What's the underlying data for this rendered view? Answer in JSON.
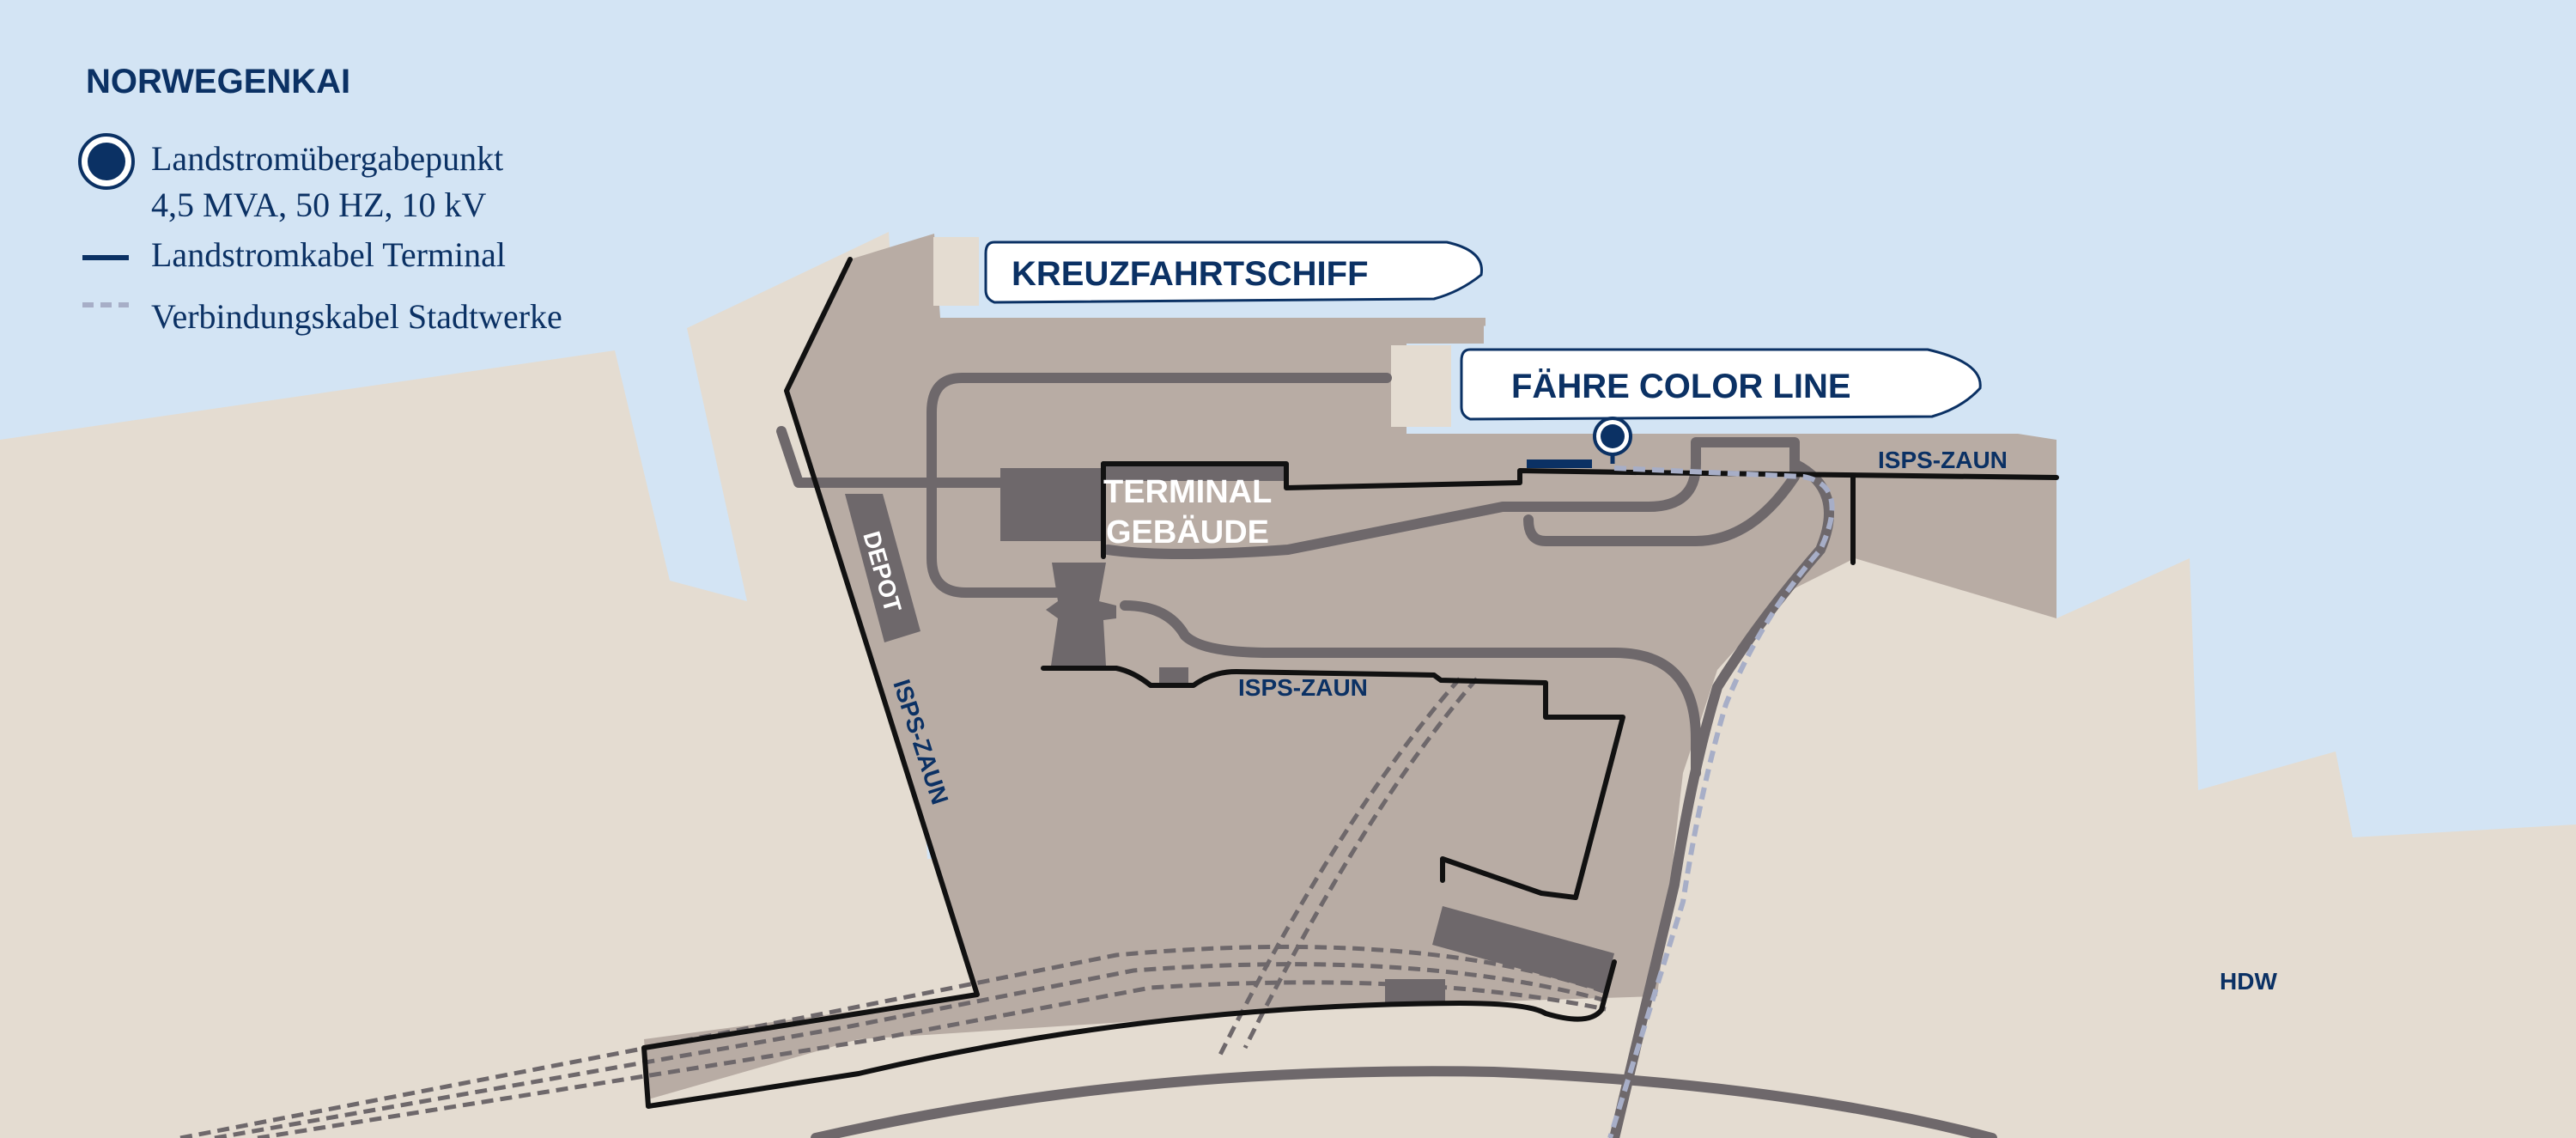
{
  "legend": {
    "title": "NORWEGENKAI",
    "items": [
      {
        "id": "shore-power-point",
        "symbol": "dot-icon",
        "line1": "Landstromübergabepunkt",
        "line2": "4,5 MVA, 50 HZ, 10 kV"
      },
      {
        "id": "terminal-cable",
        "symbol": "solid-line-icon",
        "line1": "Landstromkabel Terminal"
      },
      {
        "id": "connection-cable",
        "symbol": "dashed-line-icon",
        "line1": "Verbindungskabel Stadtwerke"
      }
    ]
  },
  "labels": {
    "cruise_ship": "KREUZFAHRTSCHIFF",
    "ferry": "FÄHRE COLOR LINE",
    "terminal_line1": "TERMINAL",
    "terminal_line2": "GEBÄUDE",
    "depot": "DEPOT",
    "isps_fence": "ISPS-ZAUN",
    "hdw": "HDW"
  },
  "colors": {
    "water": "#d3e4f4",
    "land": "#e4dcd1",
    "terminal_area": "#b8aca4",
    "building": "#6e686b",
    "road": "#6e686b",
    "fence": "#111111",
    "navy": "#0b3164",
    "dashed_cable": "#a7aec7",
    "pier": "#e4dcd1"
  }
}
